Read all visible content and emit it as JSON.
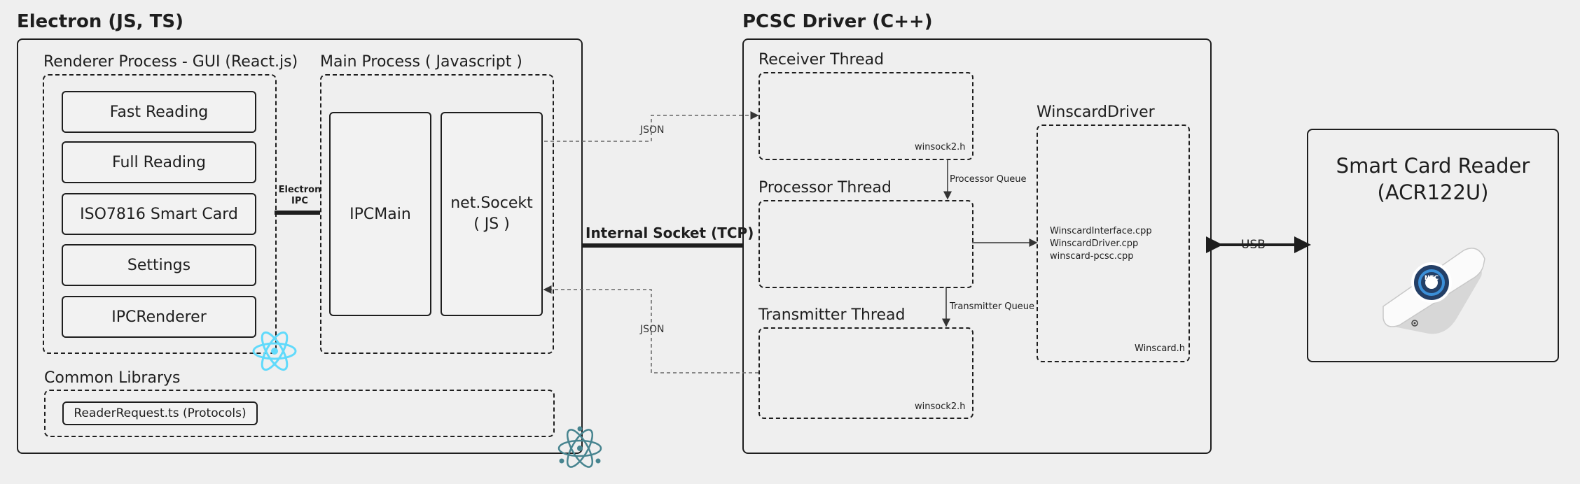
{
  "electron": {
    "title": "Electron (JS, TS)",
    "renderer_title": "Renderer Process - GUI (React.js)",
    "renderer_items": [
      "Fast Reading",
      "Full Reading",
      "ISO7816 Smart Card",
      "Settings",
      "IPCRenderer"
    ],
    "main_title": "Main Process ( Javascript )",
    "ipc_main": "IPCMain",
    "net_socket": "net.Socekt\n( JS )",
    "electron_ipc": "Electron\nIPC",
    "common_title": "Common Librarys",
    "common_item": "ReaderRequest.ts (Protocols)"
  },
  "connection": {
    "internal_socket": "Internal Socket (TCP)",
    "json_top": "JSON",
    "json_bottom": "JSON",
    "usb": "USB"
  },
  "pcsc": {
    "title": "PCSC Driver (C++)",
    "receiver_title": "Receiver Thread",
    "receiver_file": "winsock2.h",
    "processor_title": "Processor Thread",
    "processor_queue": "Processor Queue",
    "transmitter_title": "Transmitter Thread",
    "transmitter_queue": "Transmitter Queue",
    "transmitter_file": "winsock2.h",
    "winscard_title": "WinscardDriver",
    "winscard_files": [
      "WinscardInterface.cpp",
      "WinscardDriver.cpp",
      "winscard-pcsc.cpp"
    ],
    "winscard_header": "Winscard.h"
  },
  "reader": {
    "title": "Smart Card Reader\n(ACR122U)",
    "badge": "NFC"
  },
  "colors": {
    "react": "#61dafb",
    "electron": "#47848f",
    "line": "#1e1e1e",
    "dashed_line": "#666666"
  }
}
